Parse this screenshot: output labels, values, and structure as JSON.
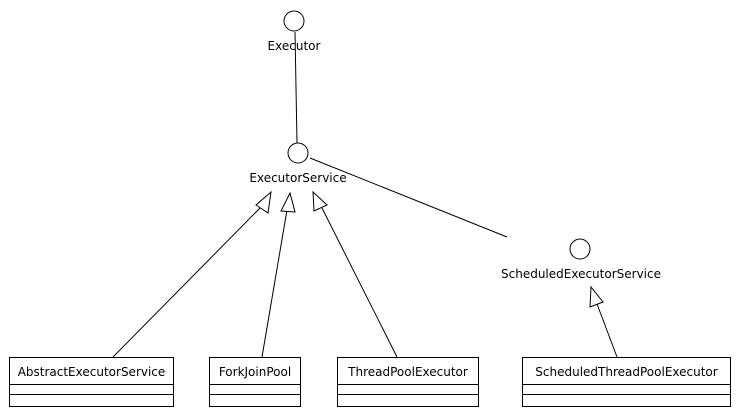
{
  "interfaces": {
    "executor": {
      "label": "Executor"
    },
    "executor_service": {
      "label": "ExecutorService"
    },
    "scheduled_executor_service": {
      "label": "ScheduledExecutorService"
    }
  },
  "classes": {
    "abstract_executor_service": {
      "label": "AbstractExecutorService"
    },
    "fork_join_pool": {
      "label": "ForkJoinPool"
    },
    "thread_pool_executor": {
      "label": "ThreadPoolExecutor"
    },
    "scheduled_thread_pool_executor": {
      "label": "ScheduledThreadPoolExecutor"
    }
  },
  "relations": [
    {
      "from": "executor_service",
      "to": "executor",
      "kind": "association"
    },
    {
      "from": "scheduled_executor_service",
      "to": "executor_service",
      "kind": "association"
    },
    {
      "from": "abstract_executor_service",
      "to": "executor_service",
      "kind": "realization"
    },
    {
      "from": "fork_join_pool",
      "to": "executor_service",
      "kind": "realization"
    },
    {
      "from": "thread_pool_executor",
      "to": "executor_service",
      "kind": "realization"
    },
    {
      "from": "scheduled_thread_pool_executor",
      "to": "scheduled_executor_service",
      "kind": "realization"
    }
  ]
}
